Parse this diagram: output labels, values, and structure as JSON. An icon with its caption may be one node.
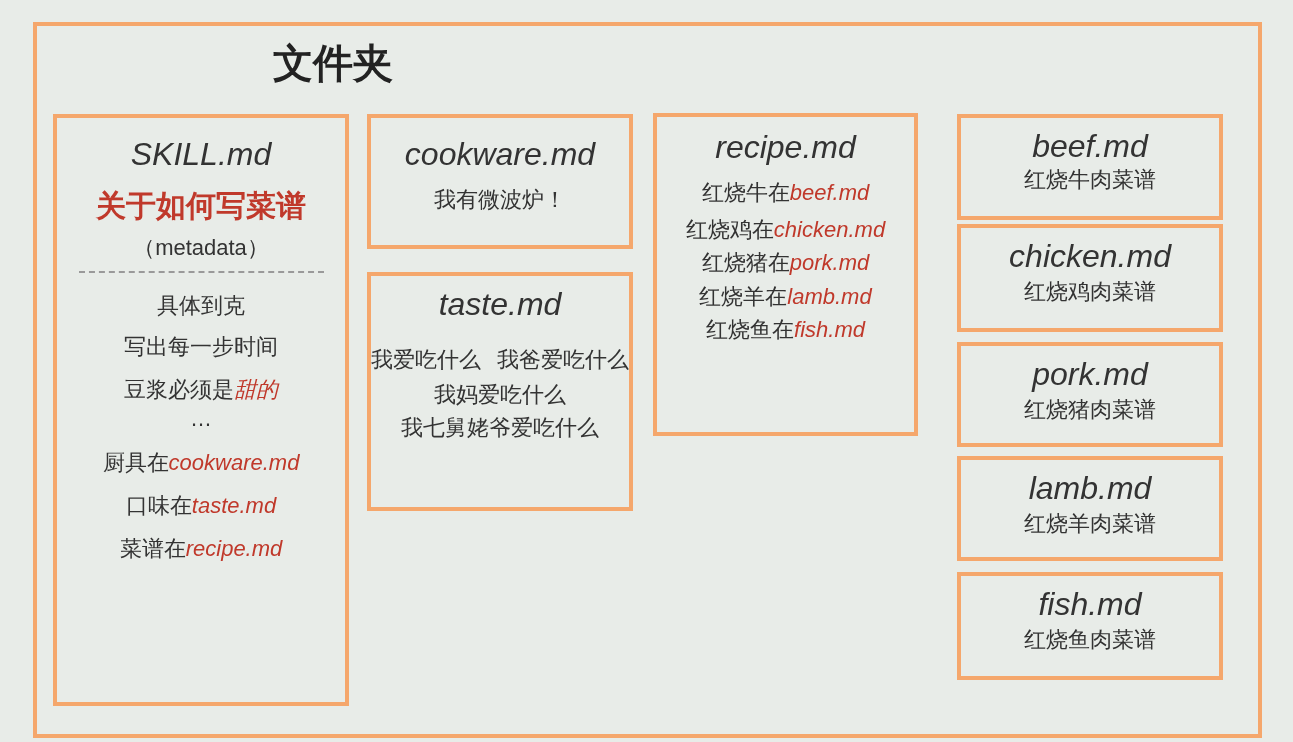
{
  "diagram": {
    "nodes": [
      {
        "text": [
          "文件夹"
        ]
      },
      {
        "text": [
          "SKILL.md",
          "关于如何写菜谱",
          "（metadata）",
          "具体到克",
          "写出每一步时间",
          "豆浆必须是**甜的**",
          "…",
          "厨具在**cookware.md**",
          "口味在**taste.md**",
          "菜谱在**recipe.md**"
        ],
        "in": 0
      },
      {
        "text": [
          "cookware.md",
          "我有微波炉！"
        ],
        "in": 0
      },
      {
        "text": [
          "taste.md",
          "我爱吃什么",
          "我爸爱吃什么",
          "我妈爱吃什么",
          "我七舅姥爷爱吃什么"
        ],
        "in": 0
      },
      {
        "text": [
          "recipe.md",
          "红烧牛在**beef.md**",
          "红烧鸡在**chicken.md**",
          "红烧猪在**pork.md**",
          "红烧羊在**lamb.md**",
          "红烧鱼在**fish.md**"
        ],
        "in": 0
      },
      {
        "text": [
          "beef.md",
          "红烧牛肉菜谱"
        ],
        "in": 0
      },
      {
        "text": [
          "chicken.md",
          "红烧鸡肉菜谱"
        ],
        "in": 0
      },
      {
        "text": [
          "pork.md",
          "红烧猪肉菜谱"
        ],
        "in": 0
      },
      {
        "text": [
          "lamb.md",
          "红烧羊肉菜谱"
        ],
        "in": 0
      },
      {
        "text": [
          "fish.md",
          "红烧鱼肉菜谱"
        ],
        "in": 0
      }
    ]
  }
}
